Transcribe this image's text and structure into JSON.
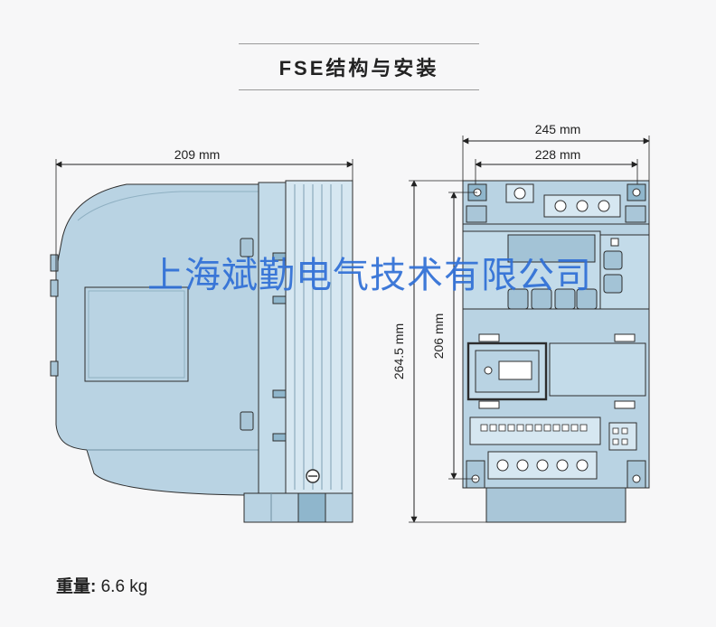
{
  "title": "FSE结构与安装",
  "dimensions": {
    "side_width": "209 mm",
    "front_width_outer": "245 mm",
    "front_width_inner": "228 mm",
    "height_overall": "264.5 mm",
    "height_mount": "206 mm"
  },
  "watermark": "上海斌勤电气技术有限公司",
  "weight": {
    "label": "重量:",
    "value": "6.6 kg"
  },
  "colors": {
    "device_body": "#b9d3e3",
    "device_dark": "#8fb6cc",
    "outline": "#2d2d2d",
    "watermark": "#2f6fd6"
  }
}
